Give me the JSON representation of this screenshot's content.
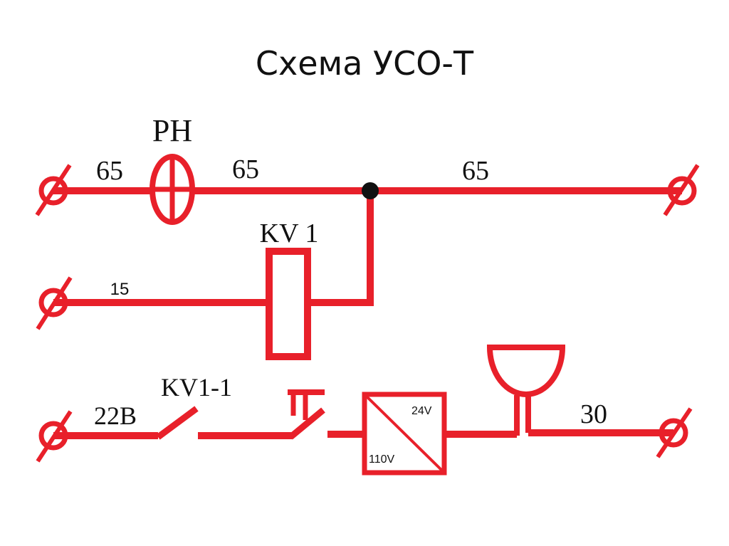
{
  "title": "Схема УСО-Т",
  "colors": {
    "wire": "#e8202a",
    "junction": "#111111",
    "text": "#111111",
    "background": "#ffffff"
  },
  "labels": {
    "rn": "РН",
    "wire_65_left": "65",
    "wire_65_mid": "65",
    "wire_65_right": "65",
    "relay": "KV 1",
    "wire_15": "15",
    "contact": "KV1-1",
    "wire_22b": "22В",
    "converter_out": "24V",
    "converter_in": "110V",
    "wire_30": "30"
  },
  "icons": {
    "terminal": "terminal-icon",
    "voltage_relay": "voltage-relay-icon",
    "relay_coil": "relay-coil-icon",
    "normally_open_contact": "relay-contact-icon",
    "push_button": "push-button-icon",
    "converter": "converter-icon",
    "bell": "bell-icon"
  }
}
